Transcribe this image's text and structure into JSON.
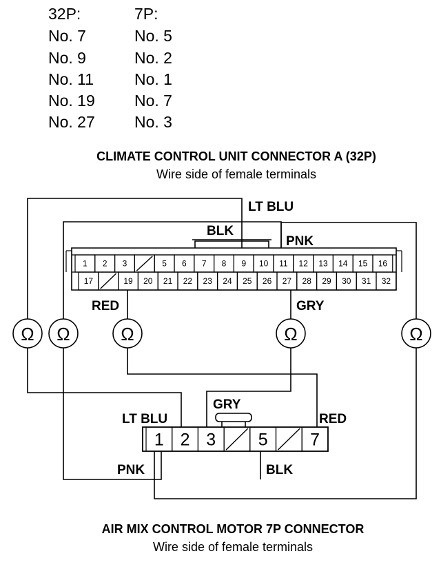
{
  "pin_table": {
    "header_32p": "32P:",
    "header_7p": "7P:",
    "rows": [
      {
        "p32": "No. 7",
        "p7": "No. 5"
      },
      {
        "p32": "No. 9",
        "p7": "No. 2"
      },
      {
        "p32": "No. 11",
        "p7": "No. 1"
      },
      {
        "p32": "No. 19",
        "p7": "No. 7"
      },
      {
        "p32": "No. 27",
        "p7": "No. 3"
      }
    ]
  },
  "connector_a": {
    "title": "CLIMATE CONTROL UNIT CONNECTOR A (32P)",
    "subtitle": "Wire side of female terminals",
    "top_row": [
      "1",
      "2",
      "3",
      "",
      "5",
      "6",
      "7",
      "8",
      "9",
      "10",
      "11",
      "12",
      "13",
      "14",
      "15",
      "16"
    ],
    "bottom_row": [
      "17",
      "",
      "19",
      "20",
      "21",
      "22",
      "23",
      "24",
      "25",
      "26",
      "27",
      "28",
      "29",
      "30",
      "31",
      "32"
    ]
  },
  "connector_7p": {
    "title": "AIR MIX CONTROL MOTOR 7P CONNECTOR",
    "subtitle": "Wire side of female terminals",
    "cells": [
      "1",
      "2",
      "3",
      "",
      "5",
      "",
      "7"
    ]
  },
  "wire_labels": {
    "lt_blu_top": "LT BLU",
    "blk_top": "BLK",
    "pnk_top": "PNK",
    "red_top": "RED",
    "gry_top": "GRY",
    "gry_bottom": "GRY",
    "lt_blu_bottom": "LT BLU",
    "red_bottom": "RED",
    "pnk_bottom": "PNK",
    "blk_bottom": "BLK"
  },
  "meters": [
    "Ω",
    "Ω",
    "Ω",
    "Ω",
    "Ω"
  ]
}
